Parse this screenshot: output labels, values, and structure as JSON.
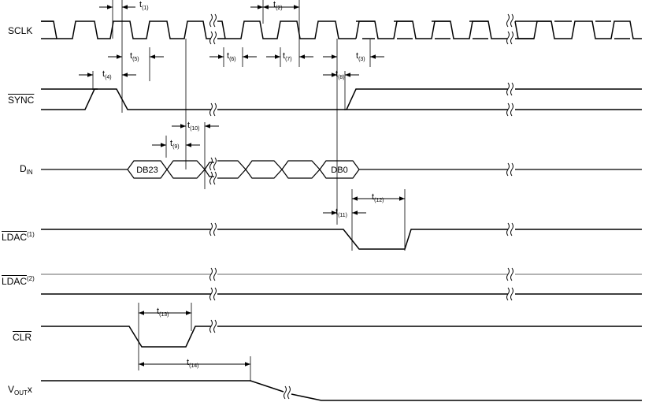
{
  "signals": {
    "sclk": "SCLK",
    "sync": "SYNC",
    "din_main": "D",
    "din_sub": "IN",
    "ldac1_main": "LDAC",
    "ldac1_sup": "(1)",
    "ldac2_main": "LDAC",
    "ldac2_sup": "(2)",
    "clr": "CLR",
    "vout_main": "V",
    "vout_sub": "OUT",
    "vout_suffix": "x"
  },
  "data_bits": [
    "DB23",
    "DB0"
  ],
  "timing_labels": {
    "t1": "(1)",
    "t2": "(2)",
    "t3": "(3)",
    "t4": "(4)",
    "t5": "(5)",
    "t6": "(6)",
    "t7": "(7)",
    "t8": "(8)",
    "t9": "(9)",
    "t10": "(10)",
    "t11": "(11)",
    "t12": "(12)",
    "t13": "(13)",
    "t14": "(14)"
  },
  "timing_prefix": "t"
}
